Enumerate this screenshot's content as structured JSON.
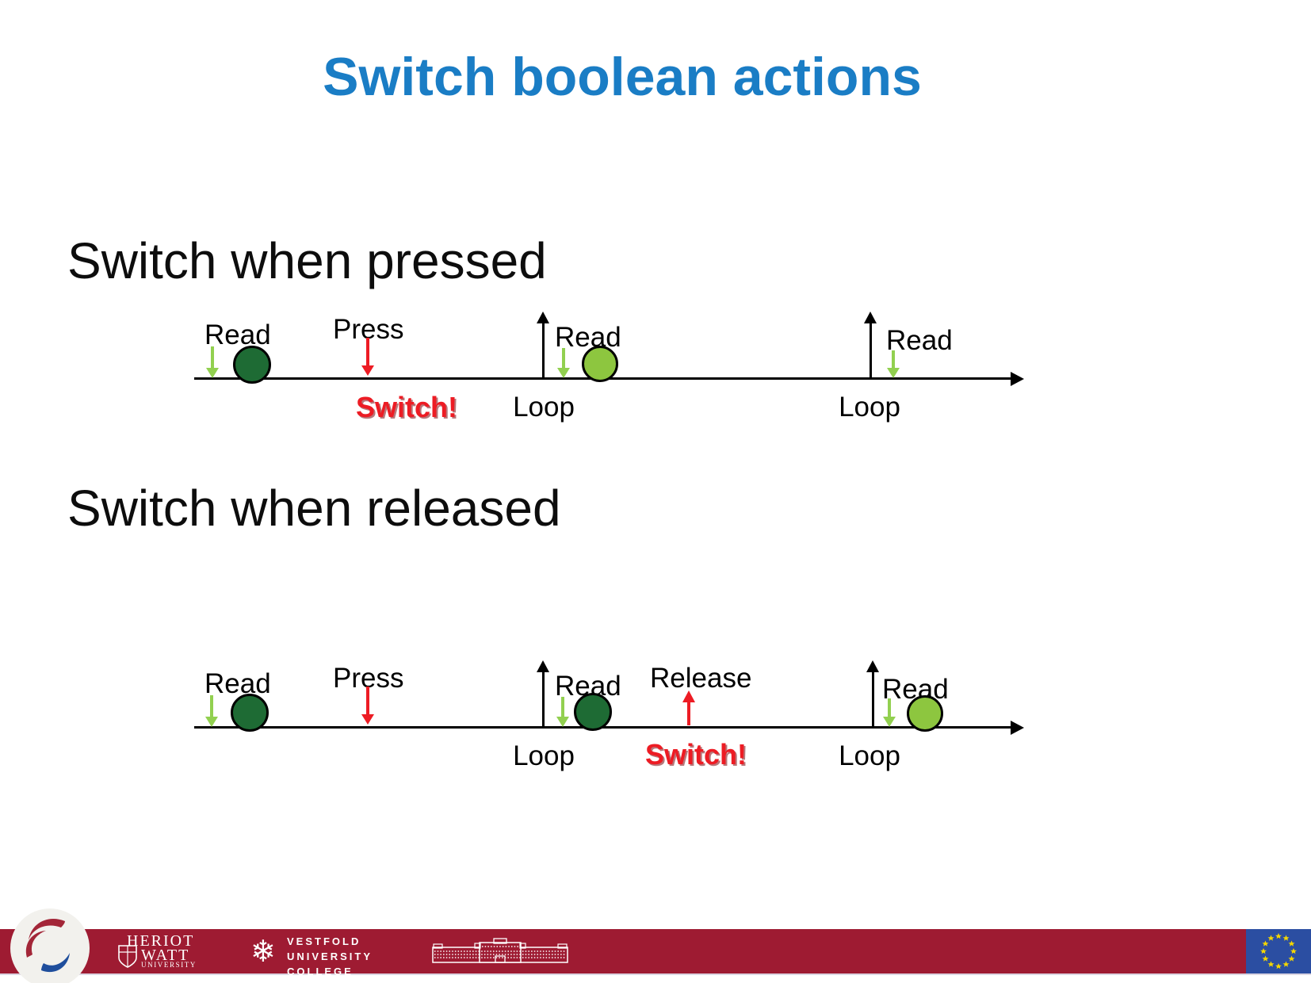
{
  "title": "Switch boolean actions",
  "sections": {
    "pressed": {
      "heading": "Switch when pressed"
    },
    "released": {
      "heading": "Switch when released"
    }
  },
  "diagram_pressed": {
    "read1": "Read",
    "press": "Press",
    "switch_note": "Switch!",
    "loop1": "Loop",
    "read2": "Read",
    "loop2": "Loop",
    "read3": "Read"
  },
  "diagram_released": {
    "read1": "Read",
    "press": "Press",
    "loop1": "Loop",
    "read2": "Read",
    "release": "Release",
    "switch_note": "Switch!",
    "loop2": "Loop",
    "read3": "Read"
  },
  "footer": {
    "heriot_watt": {
      "line1": "HERIOT",
      "line2": "WATT",
      "line3": "UNIVERSITY"
    },
    "vestfold": {
      "line1": "VESTFOLD",
      "line2": "UNIVERSITY",
      "line3": "COLLEGE"
    },
    "snowflake_glyph": "❄"
  },
  "colors": {
    "title_blue": "#1A7DC5",
    "state_dot_dark_green": "#1E6B34",
    "state_dot_light_green": "#8DC63F",
    "read_arrow_green": "#92D050",
    "event_red": "#ED1C24",
    "footer_maroon": "#9E1B32",
    "eu_flag_blue": "#2B4EA2",
    "eu_star_yellow": "#F5D700"
  }
}
